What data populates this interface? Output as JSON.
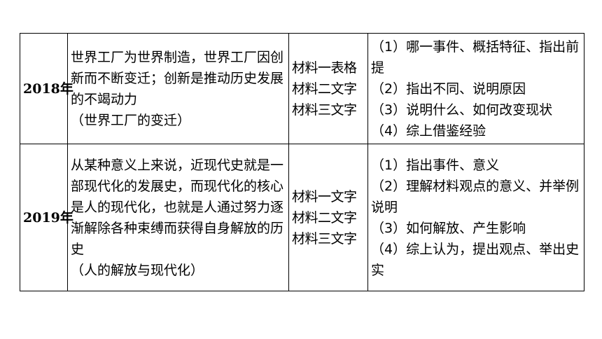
{
  "rows": [
    {
      "year": "2018年",
      "theme": "世界工厂为世界制造，世界工厂因创新而不断变迁；创新是推动历史发展的不竭动力",
      "theme_sub": "（世界工厂的变迁）",
      "materials": [
        "材料一表格",
        "材料二文字",
        "材料三文字"
      ],
      "questions": [
        "（1）哪一事件、概括特征、指出前提",
        "（2）指出不同、说明原因",
        "（3）说明什么、如何改变现状",
        "（4）综上借鉴经验"
      ]
    },
    {
      "year": "2019年",
      "theme": "从某种意义上来说，近现代史就是一部现代化的发展史，而现代化的核心是人的现代化，也就是人通过努力逐渐解除各种束缚而获得自身解放的历史",
      "theme_sub": "（人的解放与现代化）",
      "materials": [
        "材料一文字",
        "材料二文字",
        "材料三文字"
      ],
      "questions": [
        "（1）指出事件、意义",
        "（2）理解材料观点的意义、并举例说明",
        "（3）如何解放、产生影响",
        "（4）综上认为，提出观点、举出史实"
      ]
    }
  ]
}
